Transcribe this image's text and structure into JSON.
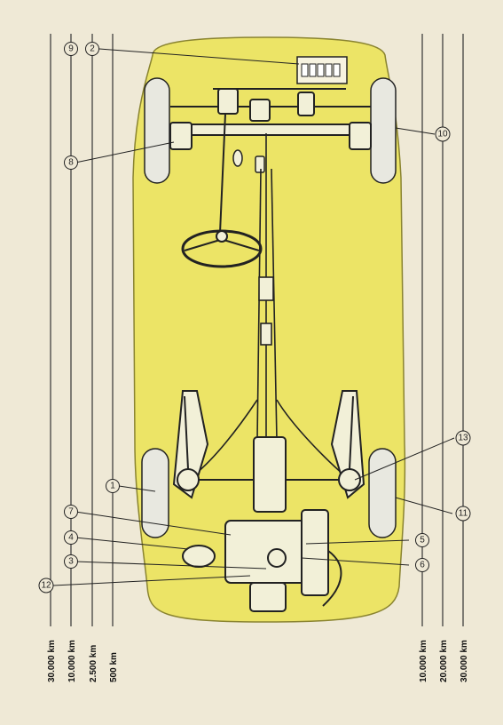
{
  "diagram": {
    "colors": {
      "paper": "#efe9d6",
      "body": "#ece466",
      "body_outline": "#8a8430",
      "line": "#222222",
      "tire": "#e8e8e0"
    },
    "left_scale_labels": [
      {
        "id": "l1",
        "text": "30.000 km"
      },
      {
        "id": "l2",
        "text": "10.000 km"
      },
      {
        "id": "l3",
        "text": "2.500 km"
      },
      {
        "id": "l4",
        "text": "500 km"
      }
    ],
    "right_scale_labels": [
      {
        "id": "r1",
        "text": "10.000 km"
      },
      {
        "id": "r2",
        "text": "20.000 km"
      },
      {
        "id": "r3",
        "text": "30.000 km"
      }
    ],
    "callouts": [
      {
        "id": "c1",
        "text": "1"
      },
      {
        "id": "c2",
        "text": "2"
      },
      {
        "id": "c3",
        "text": "3"
      },
      {
        "id": "c4",
        "text": "4"
      },
      {
        "id": "c5",
        "text": "5"
      },
      {
        "id": "c6",
        "text": "6"
      },
      {
        "id": "c7",
        "text": "7"
      },
      {
        "id": "c8",
        "text": "8"
      },
      {
        "id": "c9",
        "text": "9"
      },
      {
        "id": "c10",
        "text": "10"
      },
      {
        "id": "c11",
        "text": "11"
      },
      {
        "id": "c12",
        "text": "12"
      },
      {
        "id": "c13",
        "text": "13"
      }
    ]
  }
}
